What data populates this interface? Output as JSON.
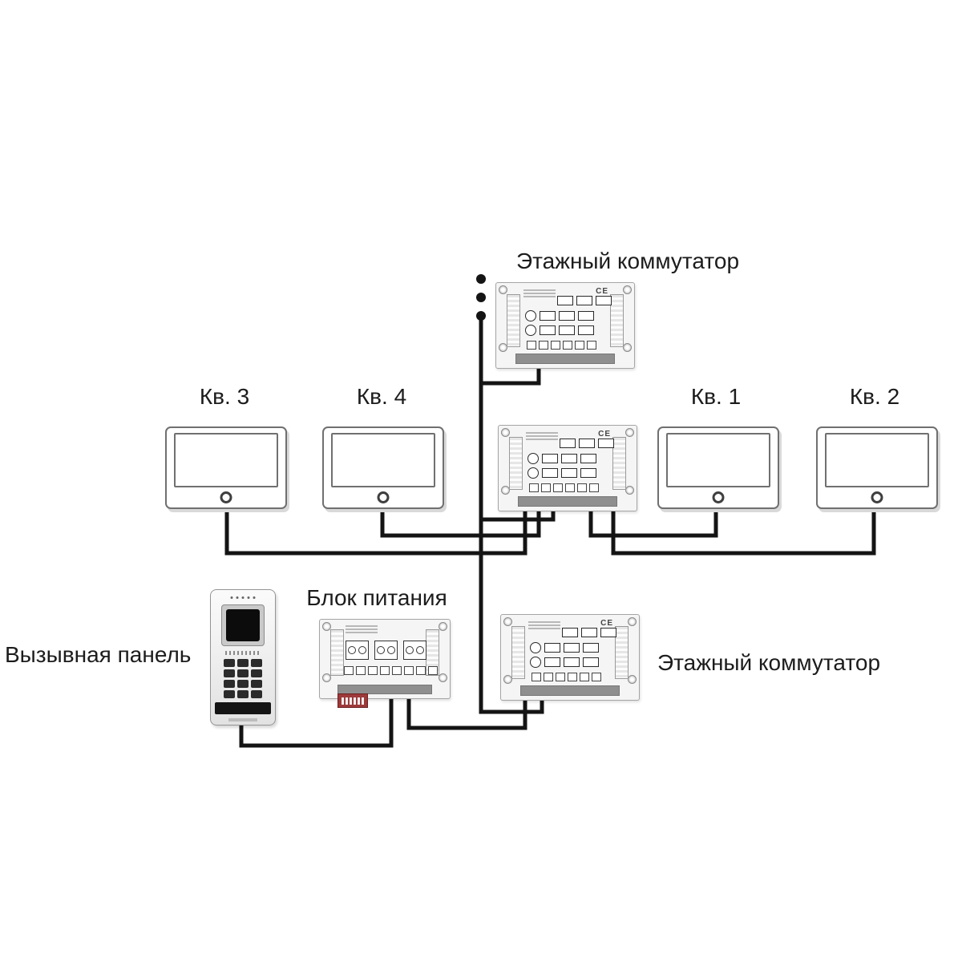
{
  "diagram": {
    "labels": {
      "floor_switch_top": "Этажный коммутатор",
      "floor_switch_bottom": "Этажный коммутатор",
      "power_supply": "Блок питания",
      "call_panel": "Вызывная панель",
      "apt3": "Кв. 3",
      "apt4": "Кв. 4",
      "apt1": "Кв. 1",
      "apt2": "Кв. 2"
    },
    "ce_mark": "CE",
    "colors": {
      "background": "#ffffff",
      "wire": "#141414",
      "label_text": "#1c1c1c",
      "module_fill": "#f5f5f5",
      "module_border": "#a5a5a5",
      "terminal_strip": "#8f8f8f",
      "dip_switch_red": "#9e3a3a",
      "panel_key_dark": "#2b2b2b",
      "monitor_shadow": "#d9d9d9"
    }
  }
}
